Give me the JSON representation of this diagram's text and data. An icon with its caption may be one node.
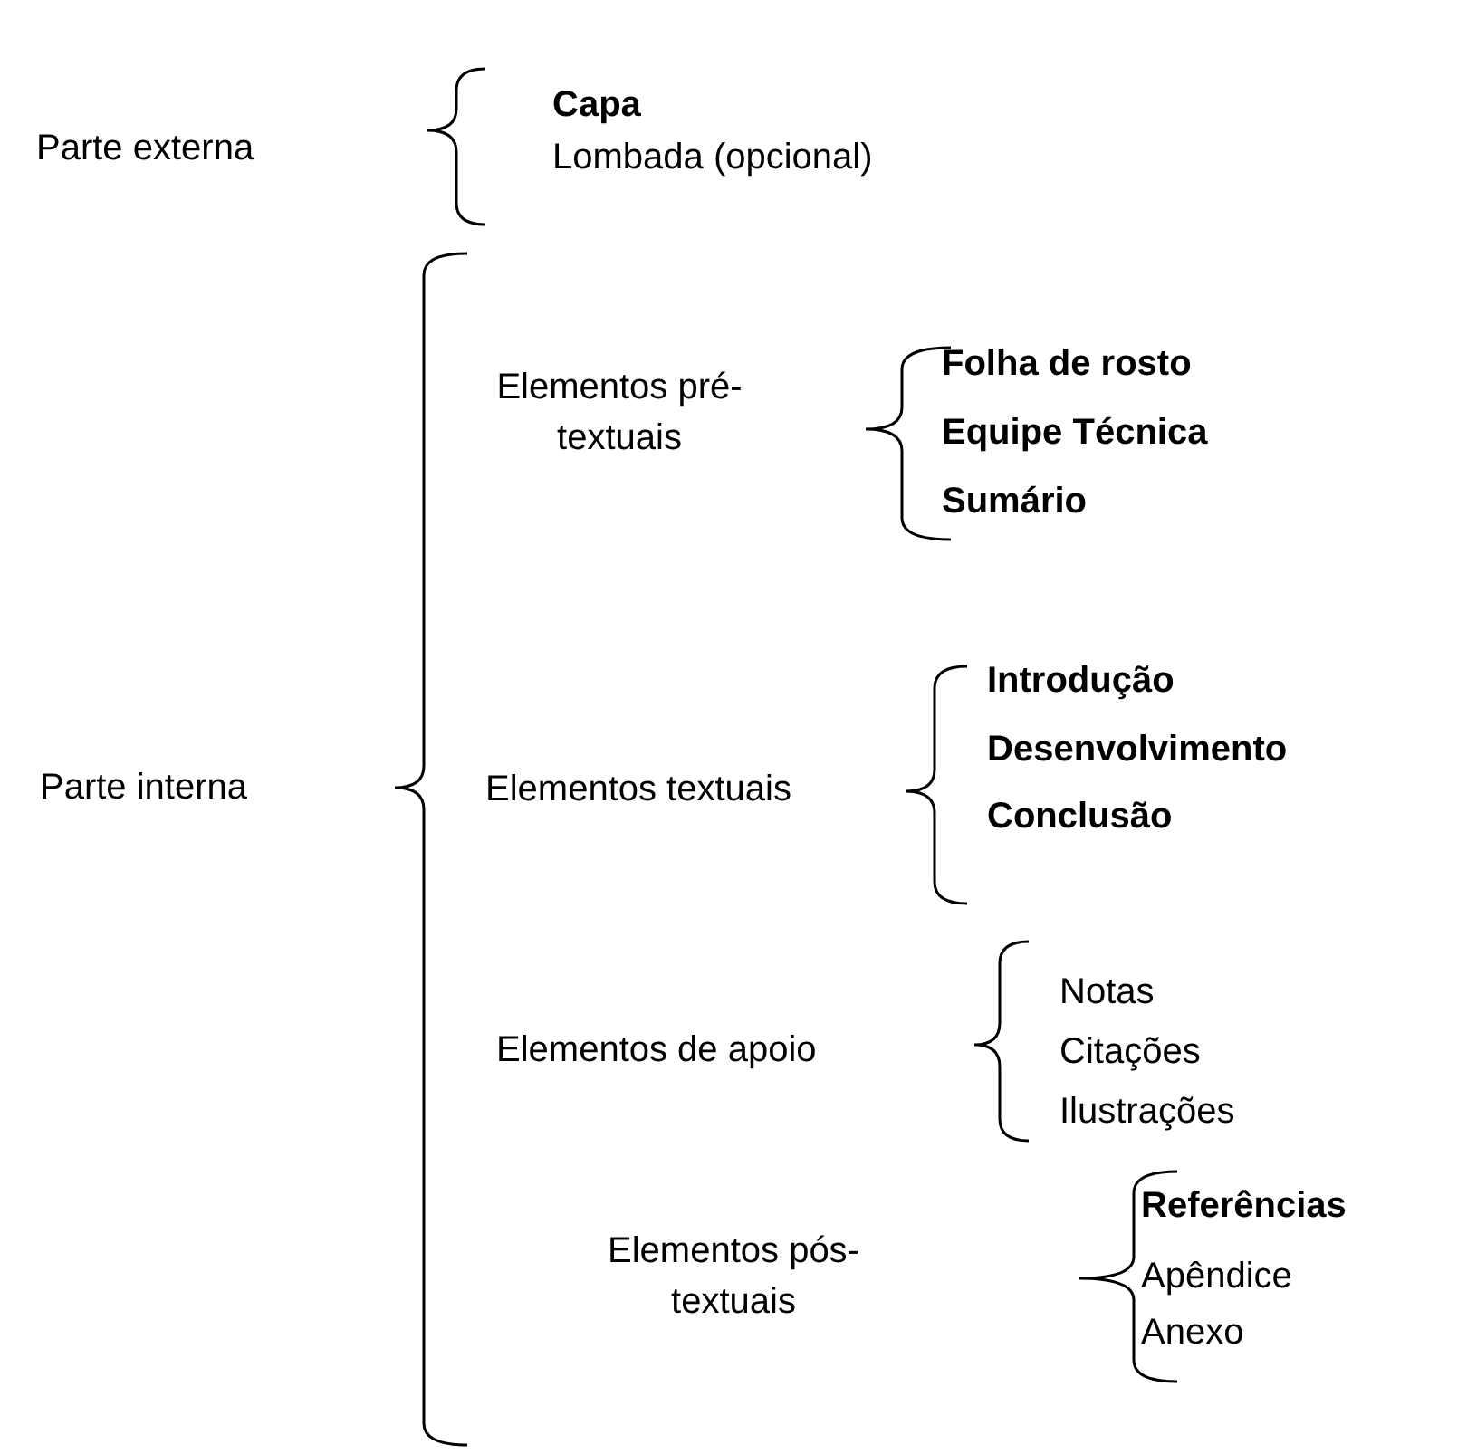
{
  "diagram": {
    "labels": [
      "Parte externa",
      "Capa",
      "Lombada (opcional)",
      "Parte interna",
      "Elementos pré-textuais",
      "Folha de rosto",
      "Equipe Técnica",
      "Sumário",
      "Elementos textuais",
      "Introdução",
      "Desenvolvimento",
      "Conclusão",
      "Elementos de apoio",
      "Notas",
      "Citações",
      "Ilustrações",
      "Elementos pós-textuais",
      "Referências",
      "Apêndice",
      "Anexo"
    ]
  }
}
